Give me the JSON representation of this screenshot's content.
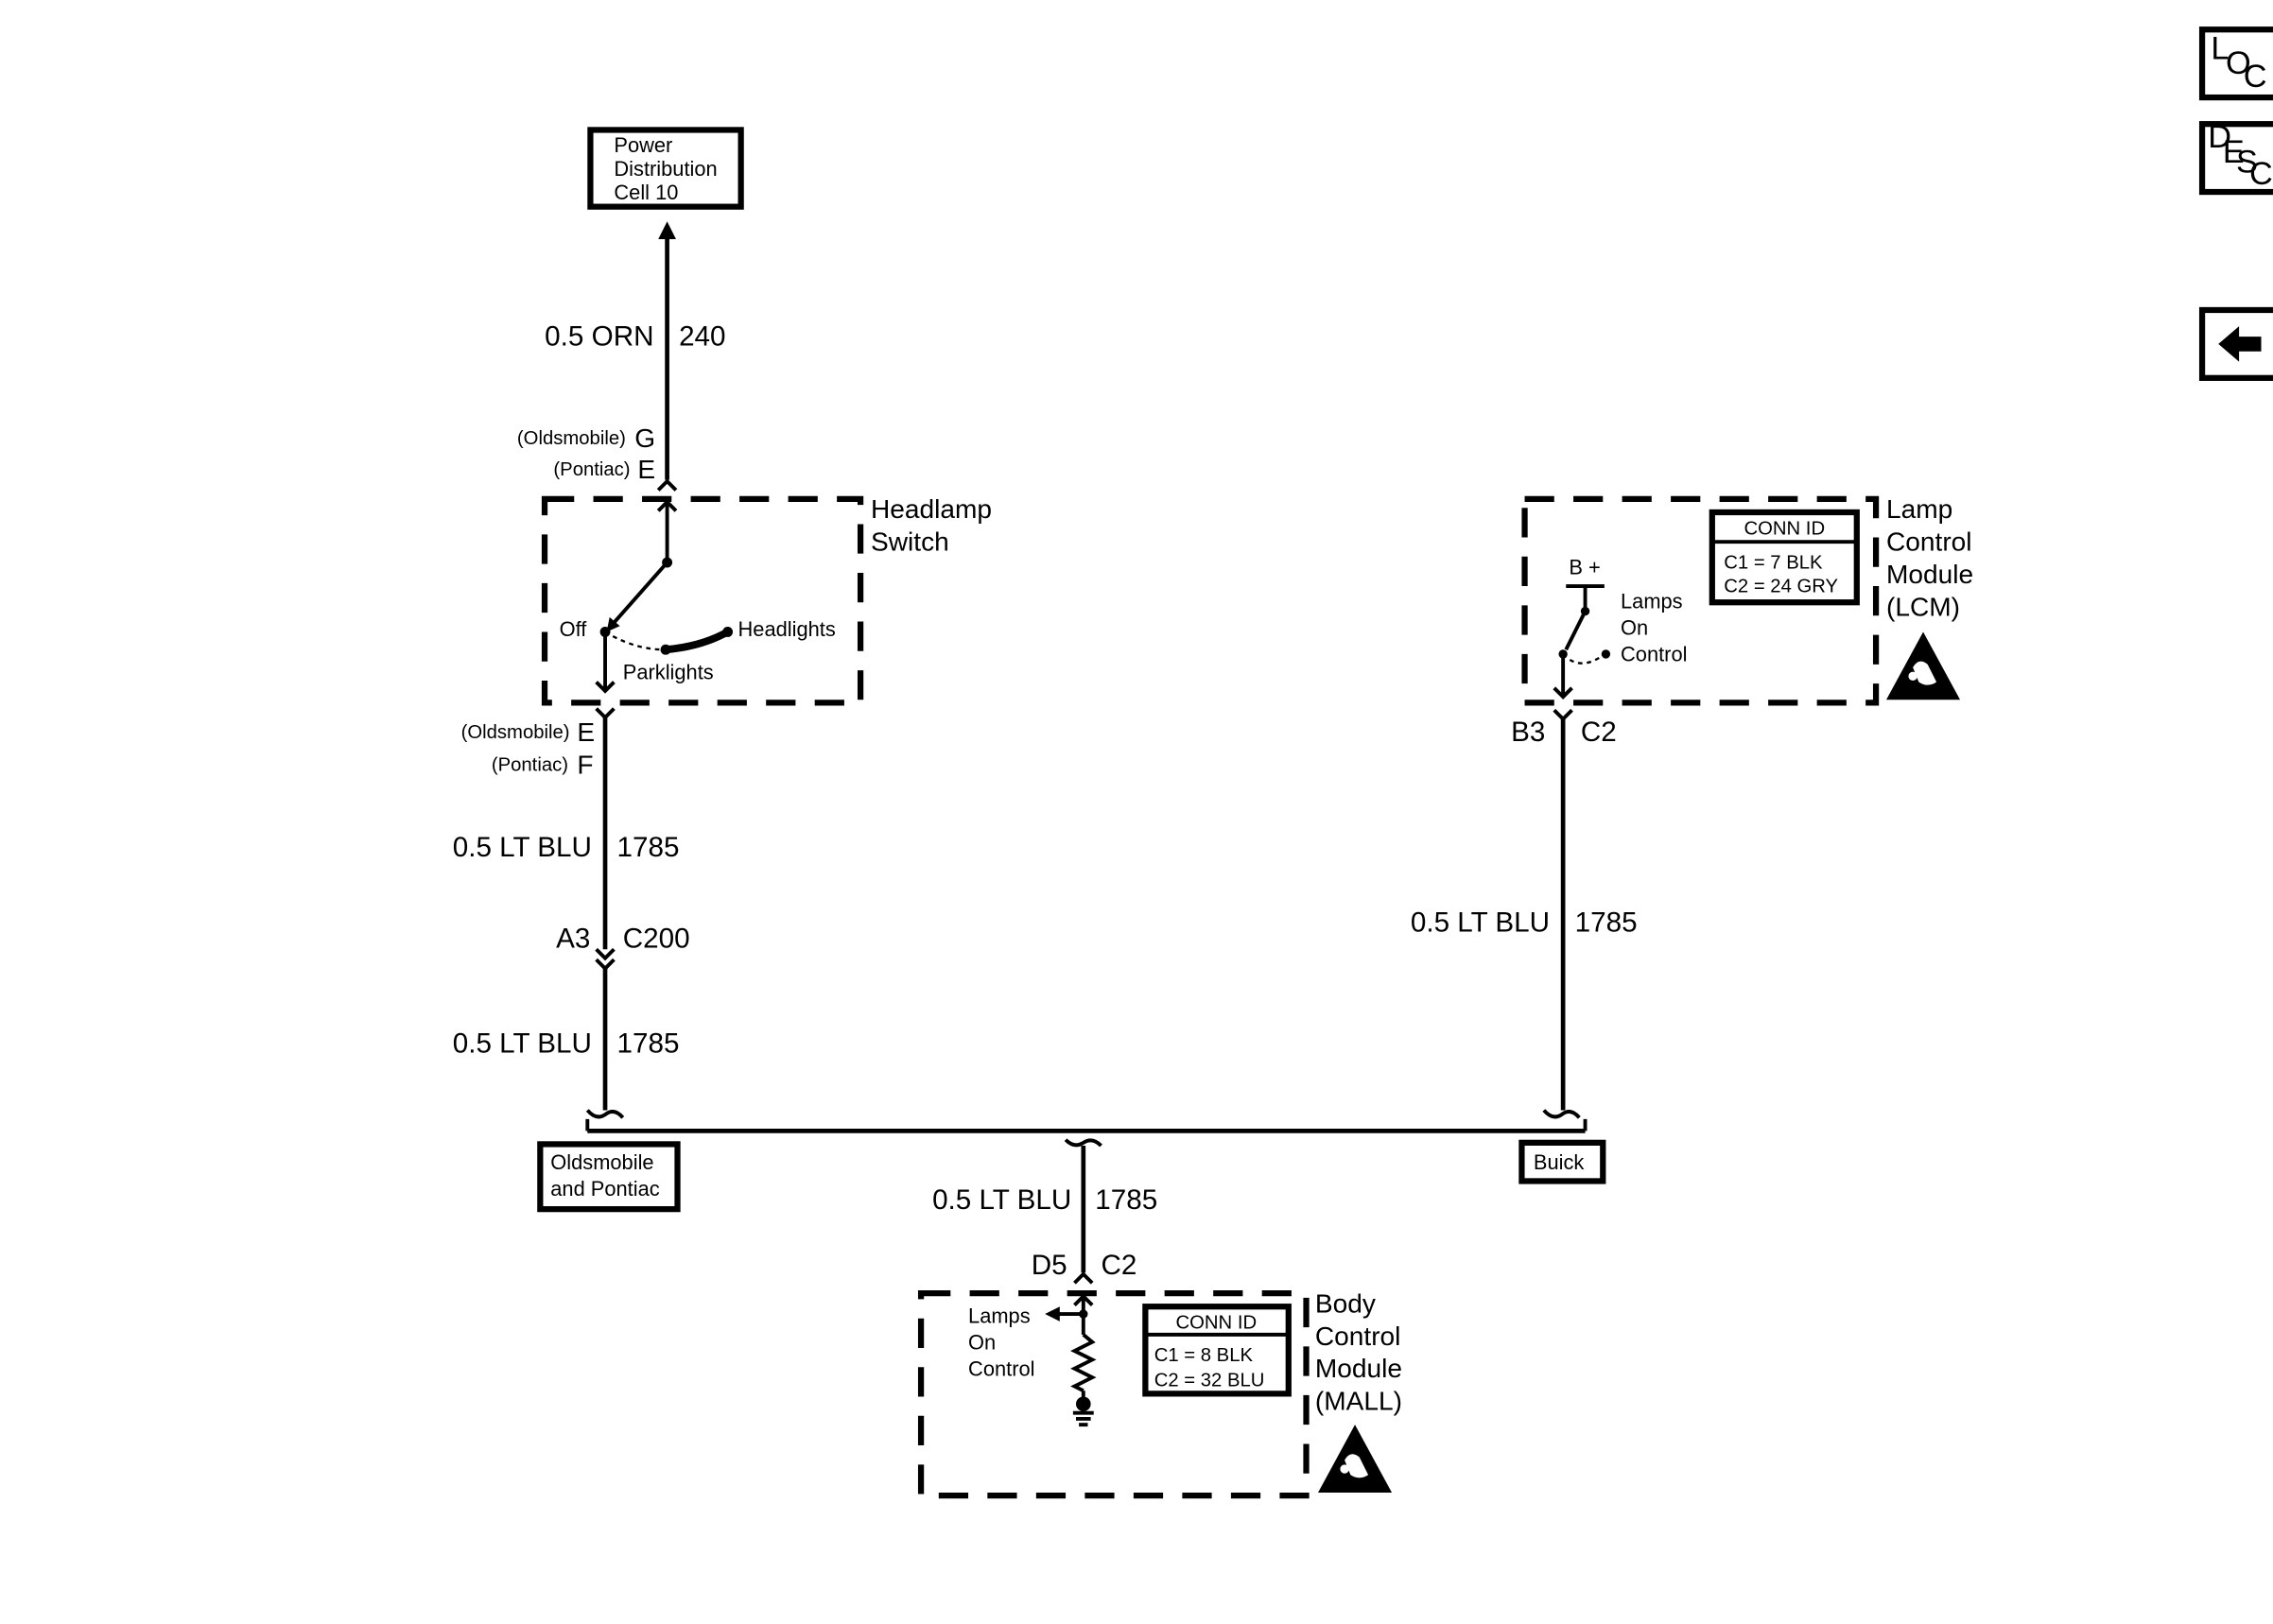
{
  "nav": {
    "loc": {
      "a": "L",
      "b": "O",
      "c": "C"
    },
    "desc": {
      "a": "D",
      "b": "E",
      "c": "S",
      "d": "C"
    },
    "back_icon": "arrow-left-icon"
  },
  "power": {
    "line1": "Power",
    "line2": "Distribution",
    "line3": "Cell 10"
  },
  "wire_top": {
    "size_color": "0.5 ORN",
    "circuit": "240"
  },
  "hs_top_pins": {
    "olds_label": "(Oldsmobile)",
    "olds_pin": "G",
    "pontiac_label": "(Pontiac)",
    "pontiac_pin": "E"
  },
  "headlamp_switch": {
    "title1": "Headlamp",
    "title2": "Switch",
    "off": "Off",
    "headlights": "Headlights",
    "parklights": "Parklights"
  },
  "hs_bottom_pins": {
    "olds_label": "(Oldsmobile)",
    "olds_pin": "E",
    "pontiac_label": "(Pontiac)",
    "pontiac_pin": "F"
  },
  "wire_left_1": {
    "size_color": "0.5 LT BLU",
    "circuit": "1785"
  },
  "c200": {
    "pin": "A3",
    "connector": "C200"
  },
  "wire_left_2": {
    "size_color": "0.5 LT BLU",
    "circuit": "1785"
  },
  "tag_olds": {
    "line1": "Oldsmobile",
    "line2": "and Pontiac"
  },
  "tag_buick": "Buick",
  "lcm": {
    "title1": "Lamp",
    "title2": "Control",
    "title3": "Module",
    "title4": "(LCM)",
    "conn_header": "CONN ID",
    "conn_c1": "C1 = 7 BLK",
    "conn_c2": "C2 = 24 GRY",
    "bplus": "B +",
    "ctrl1": "Lamps",
    "ctrl2": "On",
    "ctrl3": "Control"
  },
  "lcm_pins": {
    "pin": "B3",
    "connector": "C2"
  },
  "wire_right": {
    "size_color": "0.5 LT BLU",
    "circuit": "1785"
  },
  "wire_bottom": {
    "size_color": "0.5 LT BLU",
    "circuit": "1785"
  },
  "bcm_pins": {
    "pin": "D5",
    "connector": "C2"
  },
  "bcm": {
    "title1": "Body",
    "title2": "Control",
    "title3": "Module",
    "title4": "(MALL)",
    "conn_header": "CONN ID",
    "conn_c1": "C1 = 8 BLK",
    "conn_c2": "C2 = 32 BLU",
    "ctrl1": "Lamps",
    "ctrl2": "On",
    "ctrl3": "Control"
  },
  "esd_icon": "esd-warning-icon"
}
